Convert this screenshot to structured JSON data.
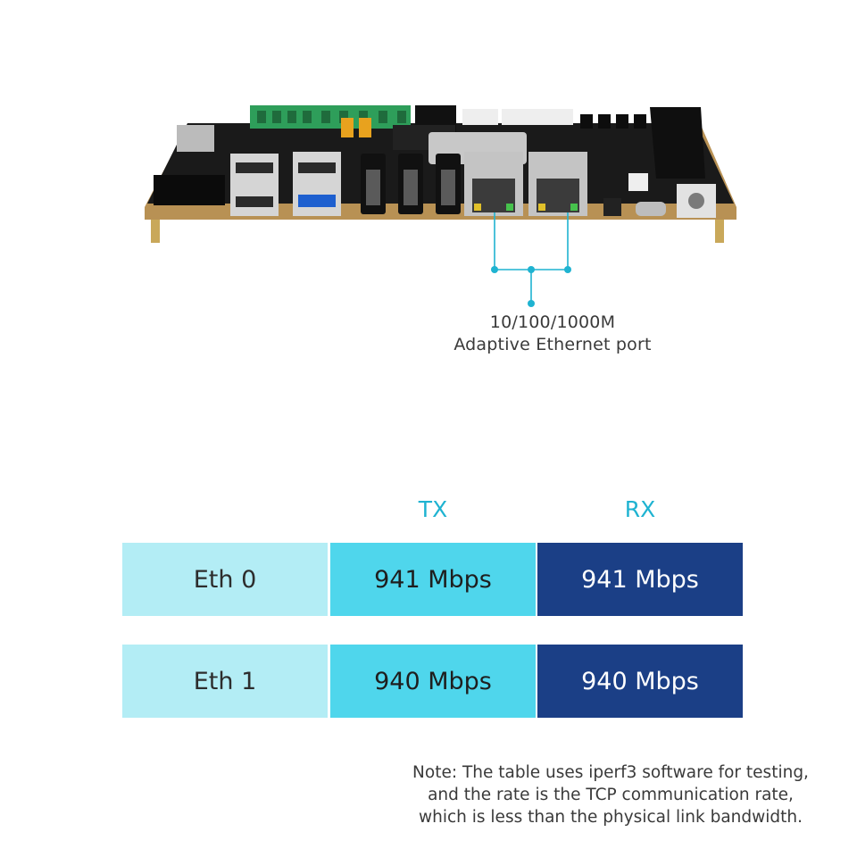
{
  "port_caption": {
    "line1": "10/100/1000M",
    "line2": "Adaptive Ethernet port"
  },
  "table": {
    "columns": [
      "TX",
      "RX"
    ],
    "rows": [
      {
        "name": "Eth 0",
        "tx": "941 Mbps",
        "rx": "941 Mbps"
      },
      {
        "name": "Eth 1",
        "tx": "940 Mbps",
        "rx": "940 Mbps"
      }
    ]
  },
  "note": {
    "line1": "Note: The table uses iperf3 software for testing,",
    "line2": "and the rate is the TCP communication rate,",
    "line3": "which is less than the physical link bandwidth."
  },
  "colors": {
    "accent": "#1fb3d1",
    "name_cell": "#b3edf5",
    "tx_cell": "#4fd6ec",
    "rx_cell": "#1b3f86"
  }
}
